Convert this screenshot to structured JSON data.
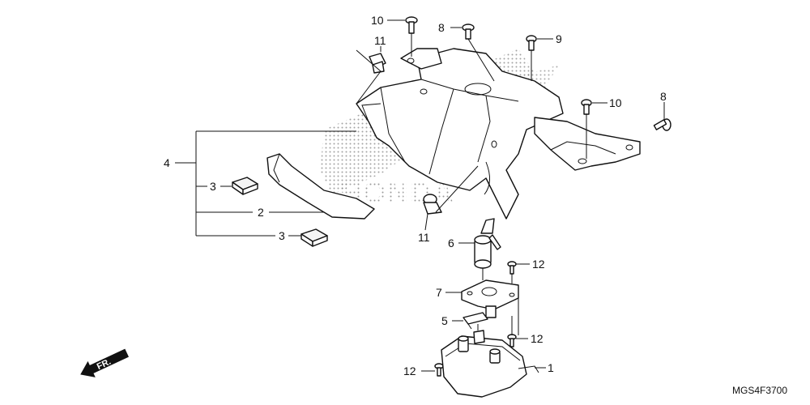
{
  "diagram_code": "MGS4F3700",
  "direction_label": "FR.",
  "watermark": "HONDA",
  "callouts": {
    "c1": "1",
    "c2": "2",
    "c3a": "3",
    "c3b": "3",
    "c4": "4",
    "c5": "5",
    "c6": "6",
    "c7": "7",
    "c8a": "8",
    "c8b": "8",
    "c9": "9",
    "c10a": "10",
    "c10b": "10",
    "c11a": "11",
    "c11b": "11",
    "c12a": "12",
    "c12b": "12",
    "c12c": "12"
  }
}
